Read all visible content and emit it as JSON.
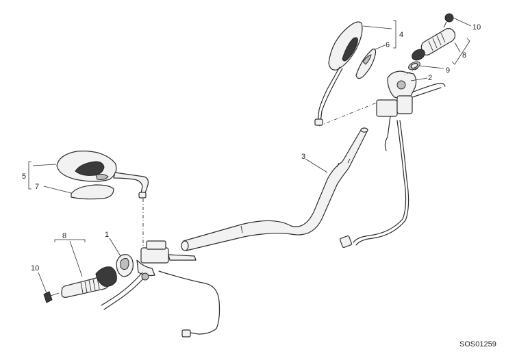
{
  "callouts": {
    "c1": "1",
    "c2": "2",
    "c3": "3",
    "c4": "4",
    "c5": "5",
    "c6": "6",
    "c7": "7",
    "c8_left": "8",
    "c8_right": "8",
    "c9": "9",
    "c10_left": "10",
    "c10_right": "10"
  },
  "drawing_code": "SOS01259"
}
